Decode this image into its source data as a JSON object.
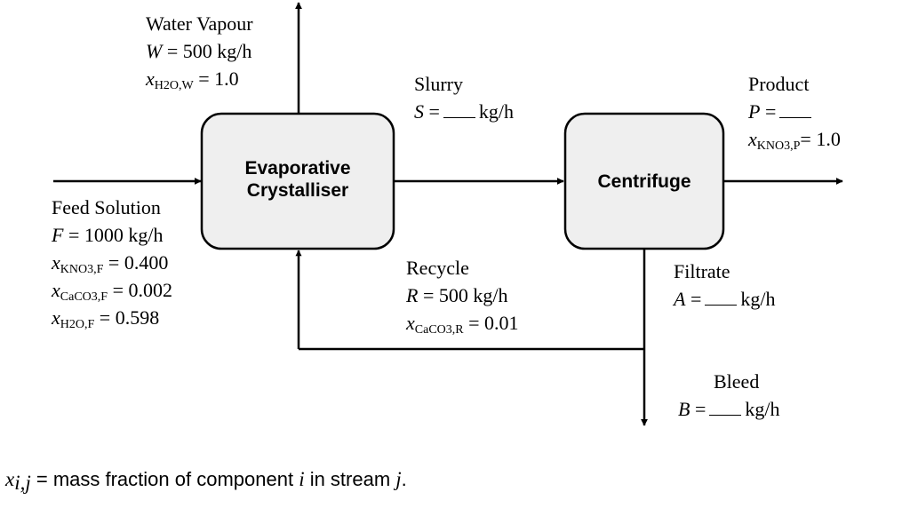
{
  "units": {
    "flow": "kg/h"
  },
  "processes": {
    "evaporator": {
      "line1": "Evaporative",
      "line2": "Crystalliser"
    },
    "centrifuge": {
      "label": "Centrifuge"
    }
  },
  "streams": {
    "water_vapour": {
      "name": "Water Vapour",
      "symbol": "W",
      "value": "500",
      "comp_sym": "x",
      "comp_sub": "H2O,W",
      "comp_val": "1.0"
    },
    "feed": {
      "name": "Feed Solution",
      "symbol": "F",
      "value": "1000",
      "components": [
        {
          "sub": "KNO3,F",
          "val": "0.400"
        },
        {
          "sub": "CaCO3,F",
          "val": "0.002"
        },
        {
          "sub": "H2O,F",
          "val": "0.598"
        }
      ]
    },
    "slurry": {
      "name": "Slurry",
      "symbol": "S"
    },
    "product": {
      "name": "Product",
      "symbol": "P",
      "comp_sub": "KNO3,P",
      "comp_val": "1.0"
    },
    "recycle": {
      "name": "Recycle",
      "symbol": "R",
      "value": "500",
      "comp_sub": "CaCO3,R",
      "comp_val": "0.01"
    },
    "filtrate": {
      "name": "Filtrate",
      "symbol": "A"
    },
    "bleed": {
      "name": "Bleed",
      "symbol": "B"
    }
  },
  "notation": {
    "sym": "x",
    "sub": "i,j",
    "text_before": " = mass fraction of component ",
    "i": "i",
    "text_mid": " in stream ",
    "j": "j",
    "text_after": "."
  }
}
